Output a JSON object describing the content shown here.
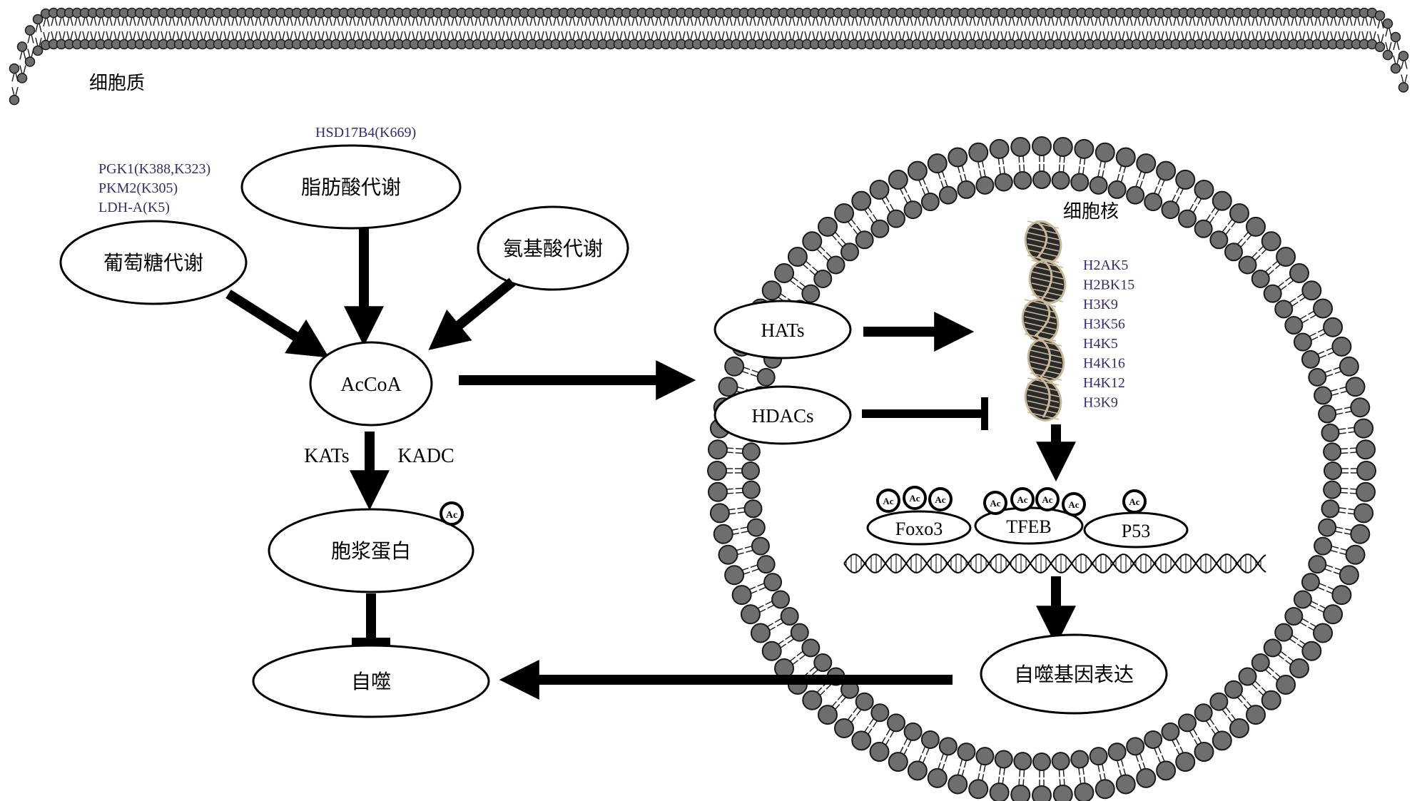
{
  "regions": {
    "cytoplasm_label": "细胞质",
    "nucleus_label": "细胞核"
  },
  "metabolism": {
    "glucose": "葡萄糖代谢",
    "fatty_acid": "脂肪酸代谢",
    "amino_acid": "氨基酸代谢"
  },
  "enzymes": {
    "glucose_targets": [
      "PGK1(K388,K323)",
      "PKM2(K305)",
      "LDH-A(K5)"
    ],
    "fatty_acid_target": "HSD17B4(K669)"
  },
  "nodes": {
    "accoa": "AcCoA",
    "kats": "KATs",
    "kadc": "KADC",
    "cytoplasmic_protein": "胞浆蛋白",
    "autophagy": "自噬",
    "hats": "HATs",
    "hdacs": "HDACs",
    "autophagy_gene_expression": "自噬基因表达"
  },
  "histone_sites": [
    "H2AK5",
    "H2BK15",
    "H3K9",
    "H3K56",
    "H4K5",
    "H4K16",
    "H4K12",
    "H3K9"
  ],
  "transcription_factors": [
    "Foxo3",
    "TFEB",
    "P53"
  ],
  "acetyl_mark": "Ac",
  "colors": {
    "site_text": "#3a2a6a",
    "lipid_head": "#6e6e6e"
  }
}
